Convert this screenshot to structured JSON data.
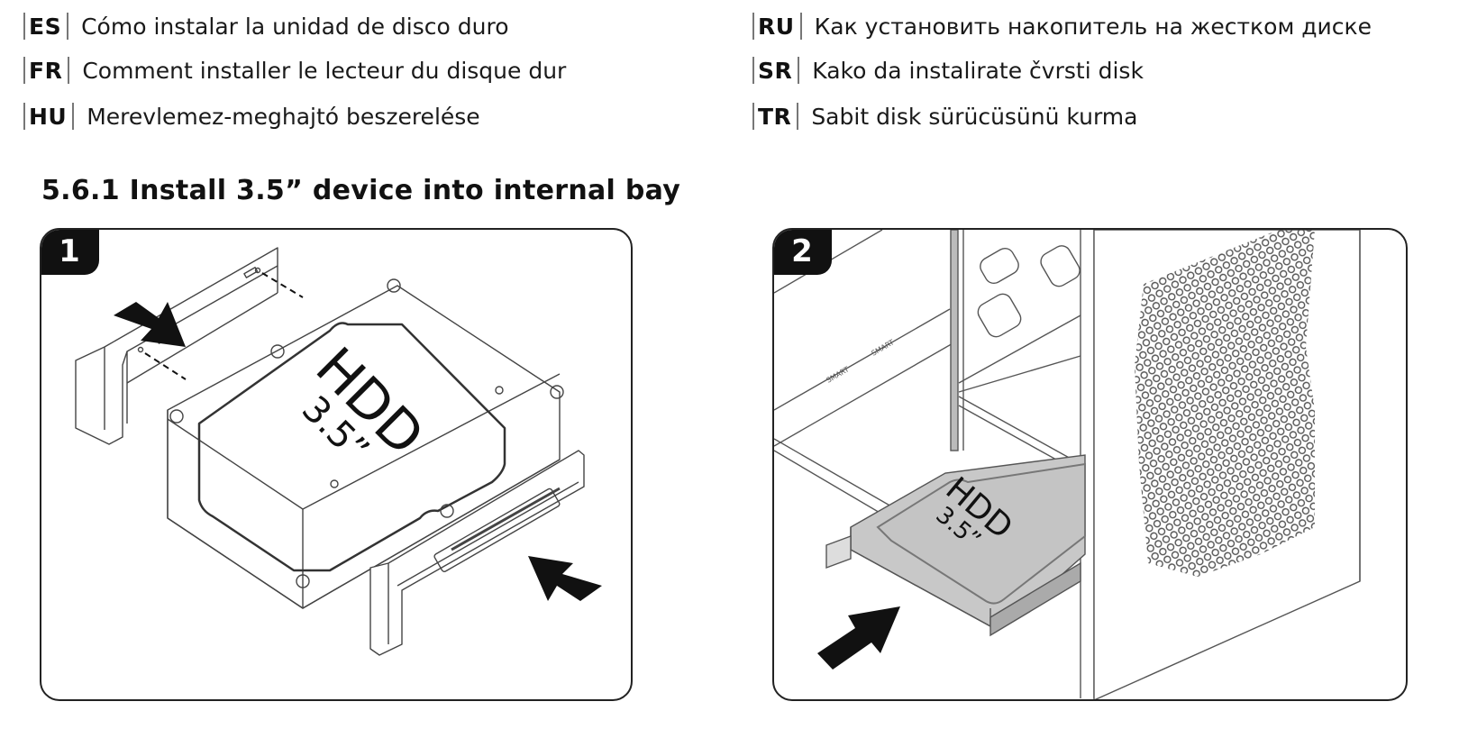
{
  "translations": [
    {
      "code": "ES",
      "text": "Cómo instalar la unidad de disco duro"
    },
    {
      "code": "FR",
      "text": "Comment installer le lecteur du disque dur"
    },
    {
      "code": "HU",
      "text": "Merevlemez-meghajtó beszerelése"
    },
    {
      "code": "RU",
      "text": "Как установить накопитель на жестком диске"
    },
    {
      "code": "SR",
      "text": "Kako da instalirate čvrsti disk"
    },
    {
      "code": "TR",
      "text": "Sabit disk sürücüsünü kurma"
    }
  ],
  "section": {
    "title": "5.6.1  Install 3.5” device into internal bay"
  },
  "steps": [
    {
      "number": "1",
      "illustration": "Attach mounting rails to both sides of the 3.5” HDD",
      "hdd_label": "HDD",
      "hdd_size": "3.5”"
    },
    {
      "number": "2",
      "illustration": "Slide the HDD with rails into the internal drive bay",
      "hdd_label": "HDD",
      "hdd_size": "3.5”"
    }
  ],
  "colors": {
    "ink": "#111111",
    "line": "#555555",
    "hdd_fill_step2": "#c8c8c8",
    "background": "#ffffff"
  }
}
